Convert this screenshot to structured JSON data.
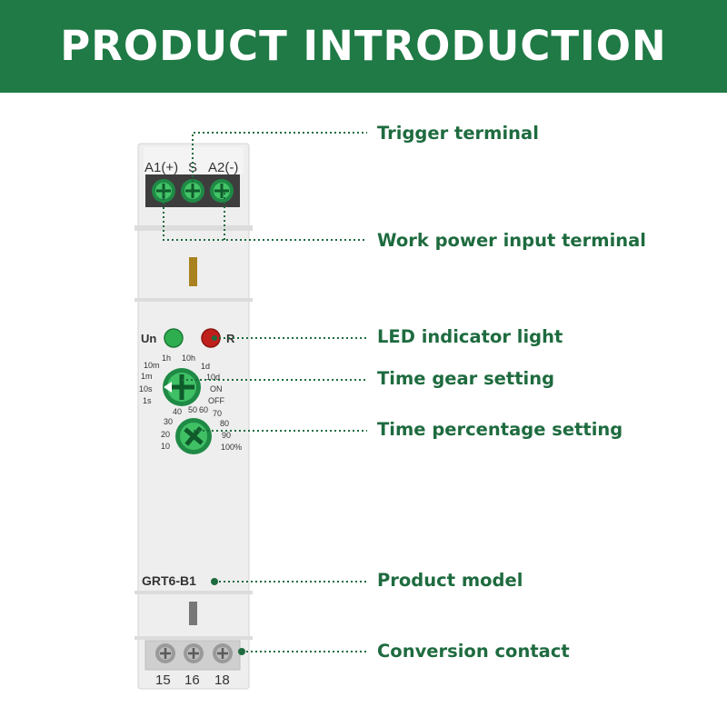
{
  "header": {
    "title": "PRODUCT INTRODUCTION"
  },
  "colors": {
    "brand_green": "#1f7a45",
    "callout_text": "#1e6b3f",
    "knob_green": "#2fae4f",
    "led_red": "#c0201c"
  },
  "device": {
    "top_terminals": [
      "A1(+)",
      "S",
      "A2(-)"
    ],
    "led_labels": [
      "Un",
      "R"
    ],
    "time_gear_scale": [
      "1h",
      "10h",
      "10m",
      "1d",
      "1m",
      "10d",
      "10s",
      "ON",
      "1s",
      "OFF"
    ],
    "percent_scale": [
      "40",
      "50",
      "60",
      "70",
      "30",
      "80",
      "20",
      "90",
      "10",
      "100%"
    ],
    "model": "GRT6-B1",
    "bottom_terminals": [
      "15",
      "16",
      "18"
    ]
  },
  "callouts": {
    "trigger": "Trigger terminal",
    "power": "Work power input terminal",
    "led": "LED indicator light",
    "gear": "Time gear setting",
    "percent": "Time percentage setting",
    "model": "Product model",
    "contact": "Conversion contact"
  }
}
